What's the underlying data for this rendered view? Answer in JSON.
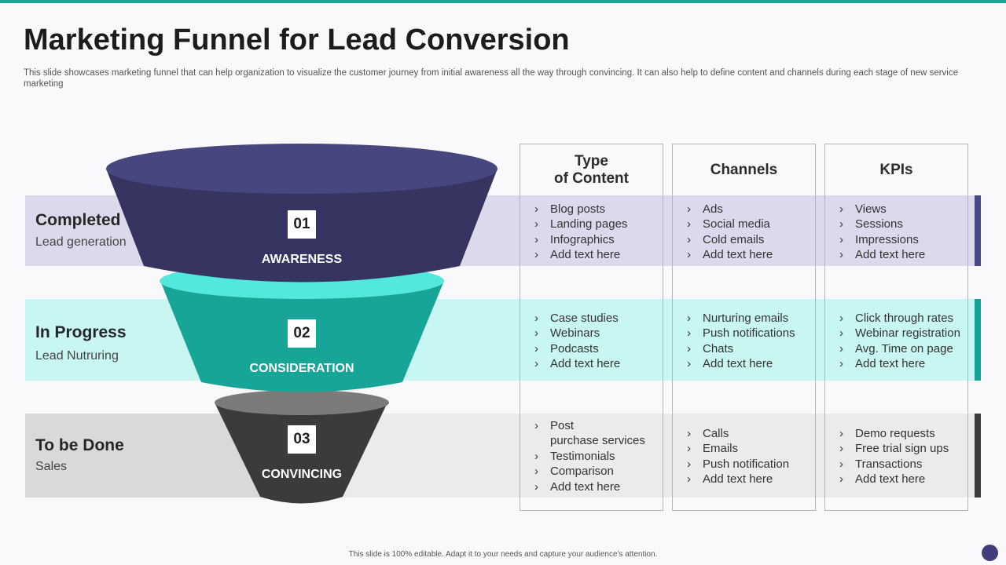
{
  "slide": {
    "title": "Marketing Funnel for Lead Conversion",
    "subtitle": "This slide showcases marketing funnel that can help organization to visualize the customer journey from initial awareness all the way through convincing. It can also help to define content and channels during each stage of new service marketing",
    "footer": "This slide is 100% editable. Adapt it to your needs and capture your audience's attention."
  },
  "columns": {
    "content": "Type\nof Content",
    "channels": "Channels",
    "kpis": "KPIs"
  },
  "stages": [
    {
      "status": "Completed",
      "sub": "Lead generation",
      "number": "01",
      "label": "AWARENESS",
      "color": "#3f3d7a",
      "content": [
        "Blog posts",
        "Landing pages",
        "Infographics",
        "Add text here"
      ],
      "channels": [
        "Ads",
        "Social media",
        "Cold emails",
        "Add text here"
      ],
      "kpis": [
        "Views",
        "Sessions",
        "Impressions",
        "Add text here"
      ]
    },
    {
      "status": "In Progress",
      "sub": "Lead Nutruring",
      "number": "02",
      "label": "CONSIDERATION",
      "color": "#14a496",
      "content": [
        "Case studies",
        "Webinars",
        "Podcasts",
        "Add text here"
      ],
      "channels": [
        "Nurturing emails",
        "Push notifications",
        "Chats",
        "Add text here"
      ],
      "kpis": [
        "Click through rates",
        "Webinar registration",
        "Avg. Time on page",
        "Add text here"
      ]
    },
    {
      "status": "To be Done",
      "sub": "Sales",
      "number": "03",
      "label": "CONVINCING",
      "color": "#3a3a3a",
      "content": [
        "Post\npurchase services",
        "Testimonials",
        "Comparison",
        "Add text here"
      ],
      "channels": [
        "Calls",
        "Emails",
        "Push notification",
        "Add text here"
      ],
      "kpis": [
        "Demo requests",
        "Free trial sign ups",
        "Transactions",
        "Add text here"
      ]
    }
  ]
}
